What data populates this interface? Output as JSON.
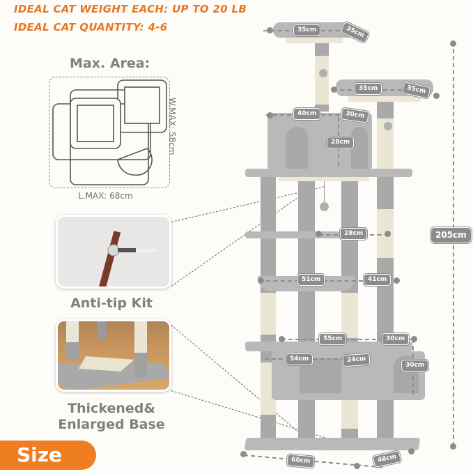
{
  "headlines": {
    "weight": "IDEAL CAT WEIGHT EACH: UP TO 20 LB",
    "quantity": "IDEAL CAT QUANTITY: 4-6"
  },
  "max_area": {
    "title": "Max. Area:",
    "width_label": "W.MAX: 58cm",
    "length_label": "L.MAX: 68cm"
  },
  "features": [
    {
      "caption": "Anti-tip Kit"
    },
    {
      "caption_line1": "Thickened&",
      "caption_line2": "Enlarged Base"
    }
  ],
  "size_badge": "Size",
  "dimensions": {
    "total_height": "205cm",
    "top_perch_w": "35cm",
    "top_perch_d": "35cm",
    "second_perch_w": "35cm",
    "second_perch_d": "35cm",
    "condo_w": "40cm",
    "condo_d": "30cm",
    "condo_h": "28cm",
    "middle_platform": "28cm",
    "hammock_w": "51cm",
    "hammock_d": "41cm",
    "lower_platform_w": "55cm",
    "lower_platform_d": "30cm",
    "lower_condo_w": "54cm",
    "lower_condo_d": "24cm",
    "lower_condo_h": "30cm",
    "base_w": "60cm",
    "base_d": "48cm"
  },
  "colors": {
    "accent_orange": "#ef7d22",
    "headline_orange": "#e87722",
    "label_gray": "#8c8c8c",
    "plush_gray": "#b9b9b9",
    "sisal_beige": "#ebe6d4"
  }
}
